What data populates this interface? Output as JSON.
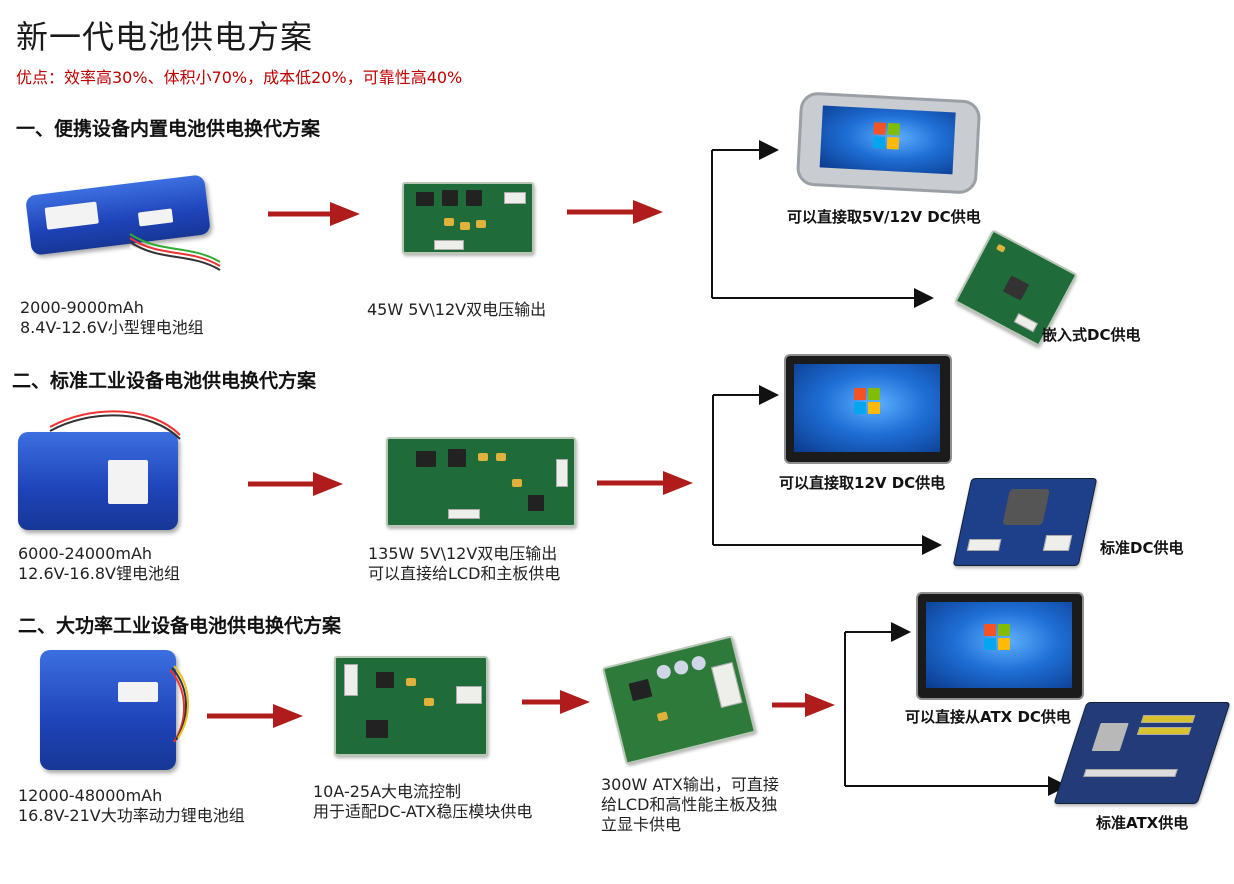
{
  "header": {
    "title": "新一代电池供电方案",
    "subtitle": "优点：效率高30%、体积小70%，成本低20%，可靠性高40%"
  },
  "sections": [
    {
      "heading": "一、便携设备内置电池供电换代方案",
      "battery_caption": "2000-9000mAh\n8.4V-12.6V小型锂电池组",
      "module_caption": "45W 5V\\12V双电压输出",
      "output_top_label": "可以直接取5V/12V DC供电",
      "output_bottom_label": "嵌入式DC供电"
    },
    {
      "heading": "二、标准工业设备电池供电换代方案",
      "battery_caption": "6000-24000mAh\n12.6V-16.8V锂电池组",
      "module_caption": "135W 5V\\12V双电压输出\n可以直接给LCD和主板供电",
      "output_top_label": "可以直接取12V DC供电",
      "output_bottom_label": "标准DC供电"
    },
    {
      "heading": "二、大功率工业设备电池供电换代方案",
      "battery_caption": "12000-48000mAh\n16.8V-21V大功率动力锂电池组",
      "module_caption": "10A-25A大电流控制\n用于适配DC-ATX稳压模块供电",
      "atx_caption": "300W ATX输出，可直接\n给LCD和高性能主板及独\n立显卡供电",
      "output_top_label": "可以直接从ATX DC供电",
      "output_bottom_label": "标准ATX供电"
    }
  ],
  "colors": {
    "arrow_red": "#b01c1c",
    "connector_black": "#111111",
    "subtitle_red": "#c00000"
  },
  "icons": {
    "os_logo": "windows-logo-icon"
  }
}
